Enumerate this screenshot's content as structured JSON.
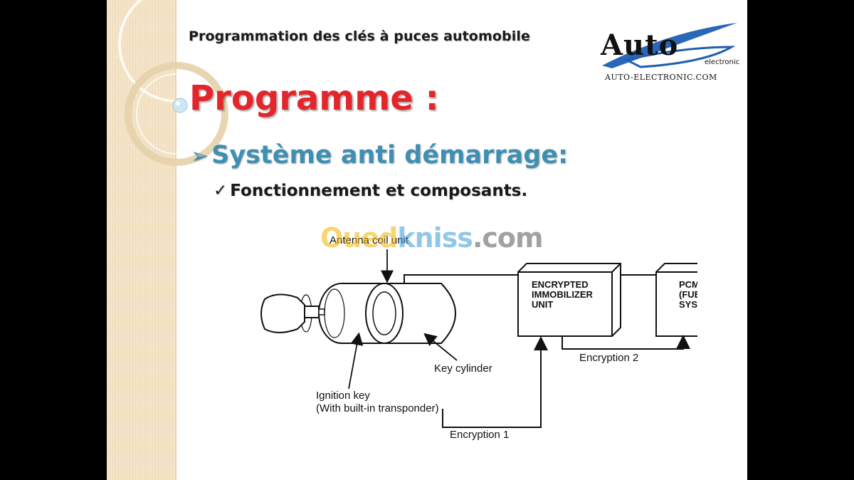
{
  "header": {
    "text": "Programmation des  clés à puces automobile"
  },
  "logo": {
    "word": "Auto",
    "sub": "electronic",
    "url": "AUTO-ELECTRONIC.COM"
  },
  "title": "Programme :",
  "bullets": {
    "level1_mark": "➢",
    "level1_text": "Système  anti démarrage:",
    "level2_mark": "✓",
    "level2_text": "Fonctionnement et composants."
  },
  "watermark": {
    "part_a": "Oued",
    "part_b": "kniss",
    "part_c": ".com"
  },
  "diagram": {
    "antenna_label": "Antenna coil unit",
    "key_cylinder_label": "Key cylinder",
    "ignition_key_label_line1": "Ignition key",
    "ignition_key_label_line2": "(With built-in transponder)",
    "immobilizer_line1": "ENCRYPTED",
    "immobilizer_line2": "IMMOBILIZER",
    "immobilizer_line3": "UNIT",
    "pcm_line1": "PCM(ECM)",
    "pcm_line2": "(FUEL SUPPLY",
    "pcm_line3": "SYSTEM)",
    "encryption1_label": "Encryption 1",
    "encryption2_label": "Encryption 2"
  },
  "colors": {
    "title_red": "#e3262b",
    "bullet_blue": "#3f8fb3",
    "strip_beige": "#f3e2c3",
    "logo_blue": "#1f5fb3"
  }
}
